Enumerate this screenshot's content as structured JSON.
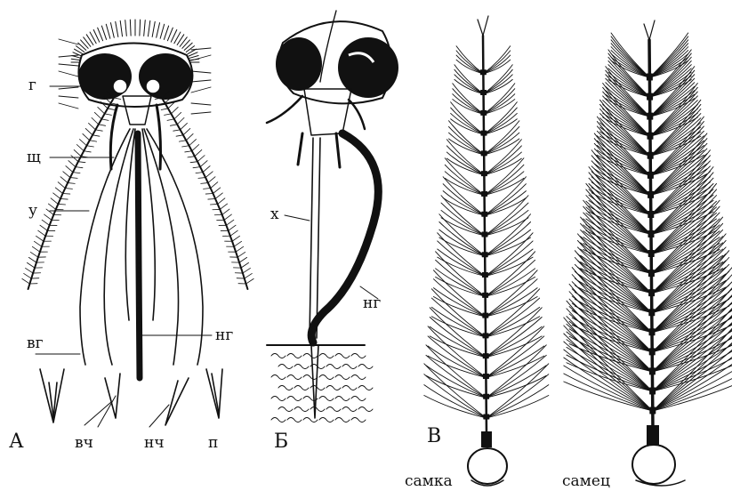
{
  "panel_a": {
    "letter": "А",
    "labels": {
      "g": "г",
      "shch": "щ",
      "u": "у",
      "vg": "вг",
      "ng": "нг",
      "vch": "вч",
      "nch": "нч",
      "p": "п"
    }
  },
  "panel_b": {
    "letter": "Б",
    "labels": {
      "kh": "х",
      "ng": "нг"
    }
  },
  "panel_v": {
    "letter": "В",
    "captions": {
      "female": "самка",
      "male": "самец"
    }
  }
}
